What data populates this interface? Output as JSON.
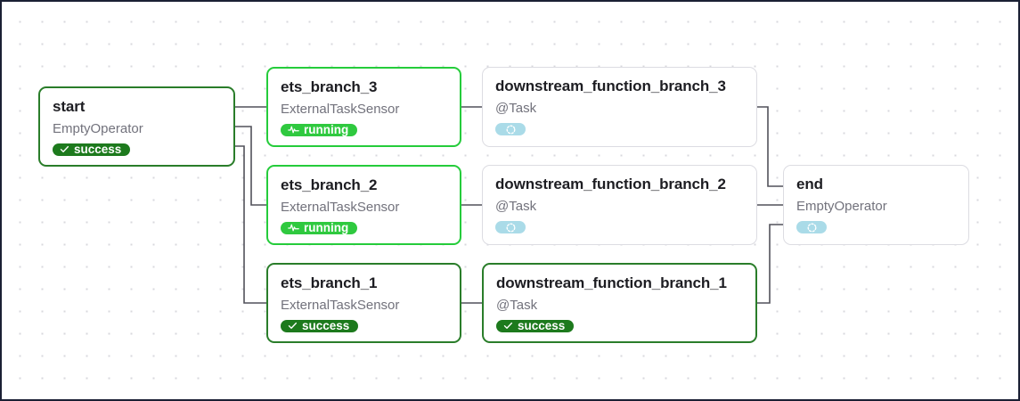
{
  "canvas": {
    "border_color": "#1b2034",
    "dot_grid_color": "#d8d8de",
    "edge_color": "#51515a"
  },
  "status_colors": {
    "success": "#1d7a1d",
    "running": "#2fc93f",
    "deferred": "#aadbe8",
    "success_border": "#2a7d2a",
    "running_border": "#25cc3b",
    "deferred_border": "#dcdce2"
  },
  "nodes": [
    {
      "id": "start",
      "title": "start",
      "subtitle": "EmptyOperator",
      "state": "success",
      "badge_label": "success",
      "badge_icon": "check-icon"
    },
    {
      "id": "ets_branch_3",
      "title": "ets_branch_3",
      "subtitle": "ExternalTaskSensor",
      "state": "running",
      "badge_label": "running",
      "badge_icon": "pulse-icon"
    },
    {
      "id": "ets_branch_2",
      "title": "ets_branch_2",
      "subtitle": "ExternalTaskSensor",
      "state": "running",
      "badge_label": "running",
      "badge_icon": "pulse-icon"
    },
    {
      "id": "ets_branch_1",
      "title": "ets_branch_1",
      "subtitle": "ExternalTaskSensor",
      "state": "success",
      "badge_label": "success",
      "badge_icon": "check-icon"
    },
    {
      "id": "downstream_function_branch_3",
      "title": "downstream_function_branch_3",
      "subtitle": "@Task",
      "state": "deferred",
      "badge_label": "",
      "badge_icon": "dashed-circle-icon"
    },
    {
      "id": "downstream_function_branch_2",
      "title": "downstream_function_branch_2",
      "subtitle": "@Task",
      "state": "deferred",
      "badge_label": "",
      "badge_icon": "dashed-circle-icon"
    },
    {
      "id": "downstream_function_branch_1",
      "title": "downstream_function_branch_1",
      "subtitle": "@Task",
      "state": "success",
      "badge_label": "success",
      "badge_icon": "check-icon"
    },
    {
      "id": "end",
      "title": "end",
      "subtitle": "EmptyOperator",
      "state": "deferred",
      "badge_label": "",
      "badge_icon": "dashed-circle-icon"
    }
  ]
}
